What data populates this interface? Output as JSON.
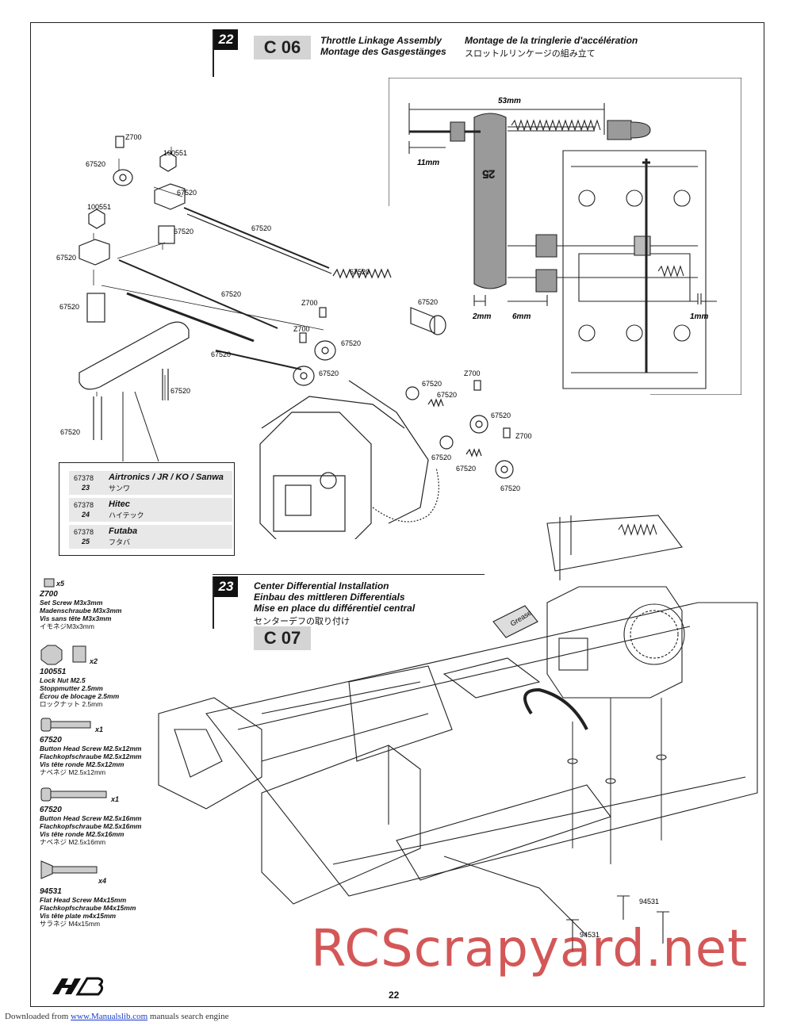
{
  "step22": {
    "number": "22",
    "code": "C 06",
    "title_en": "Throttle Linkage Assembly",
    "title_de": "Montage des Gasgestänges",
    "title_fr": "Montage de la tringlerie d'accélération",
    "title_jp": "スロットルリンケージの組み立て"
  },
  "step23": {
    "number": "23",
    "code": "C 07",
    "title_en": "Center Differential Installation",
    "title_de": "Einbau des mittleren Differentials",
    "title_fr": "Mise en place du différentiel central",
    "title_jp": "センターデフの取り付け"
  },
  "detail_dims": {
    "top": "53mm",
    "left": "11mm",
    "b1": "2mm",
    "b2": "6mm",
    "b3": "1mm"
  },
  "callouts": {
    "z700_a": "Z700",
    "z700_b": "Z700",
    "z700_c": "Z700",
    "z700_d": "Z700",
    "z700_e": "Z700",
    "n100551_a": "100551",
    "n100551_b": "100551",
    "p_m1": "67520",
    "p_c": "67520",
    "p_j": "67520",
    "p_i1": "67520",
    "p_a": "67520",
    "p_b": "67520",
    "p_i2": "67520",
    "p_h": "67520",
    "p_g": "67520",
    "p_i3": "67520",
    "p_d1": "67520",
    "p_d2": "67520",
    "p_f1": "67520",
    "p_e1": "67520",
    "p_m2": "67520",
    "p_f2": "67520",
    "p_e2": "67520",
    "p_m3": "67520",
    "p_k": "67520",
    "p_l": "67520",
    "s94531_a": "94531",
    "s94531_b": "94531",
    "grease": "Grease"
  },
  "legend": [
    {
      "pn": "67378",
      "num": "23",
      "brand": "Airtronics / JR / KO / Sanwa",
      "jp": "サンワ"
    },
    {
      "pn": "67378",
      "num": "24",
      "brand": "Hitec",
      "jp": "ハイテック"
    },
    {
      "pn": "67378",
      "num": "25",
      "brand": "Futaba",
      "jp": "フタバ"
    }
  ],
  "parts": [
    {
      "qty": "x5",
      "id": "Z700",
      "l1": "Set Screw M3x3mm",
      "l2": "Madenschraube M3x3mm",
      "l3": "Vis sans tête M3x3mm",
      "jp": "イモネジM3x3mm"
    },
    {
      "qty": "x2",
      "id": "100551",
      "l1": "Lock Nut M2.5",
      "l2": "Stoppmutter 2.5mm",
      "l3": "Écrou de blocage 2.5mm",
      "jp": "ロックナット 2.5mm"
    },
    {
      "qty": "x1",
      "id": "67520",
      "l1": "Button Head Screw M2.5x12mm",
      "l2": "Flachkopfschraube M2.5x12mm",
      "l3": "Vis tête ronde M2.5x12mm",
      "jp": "ナベネジ M2.5x12mm"
    },
    {
      "qty": "x1",
      "id": "67520",
      "l1": "Button Head Screw M2.5x16mm",
      "l2": "Flachkopfschraube M2.5x16mm",
      "l3": "Vis tête ronde M2.5x16mm",
      "jp": "ナベネジ M2.5x16mm"
    },
    {
      "qty": "x4",
      "id": "94531",
      "l1": "Flat Head Screw M4x15mm",
      "l2": "Flachkopfschraube M4x15mm",
      "l3": "Vis tête plate m4x15mm",
      "jp": "サラネジ M4x15mm"
    }
  ],
  "page_number": "22",
  "watermark": "RCScrapyard.net",
  "footer": {
    "prefix": "Downloaded from",
    "link": "www.Manualslib.com",
    "suffix": "manuals search engine"
  }
}
